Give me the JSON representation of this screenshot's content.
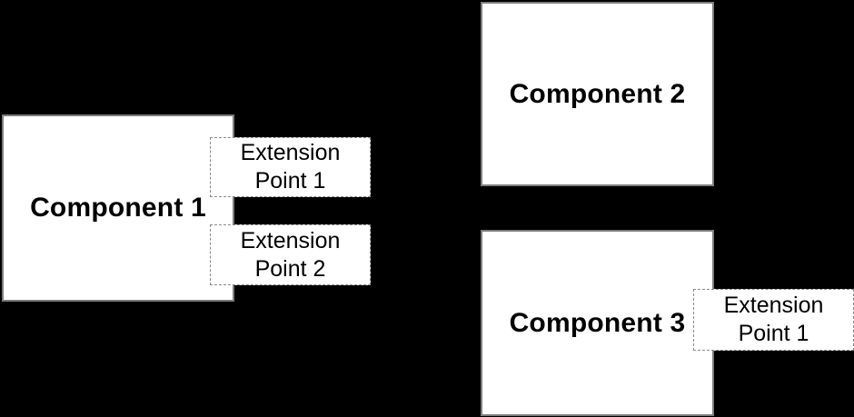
{
  "diagram": {
    "type": "component-architecture-diagram",
    "colors": {
      "background": "#000000",
      "box_fill": "#ffffff",
      "component_border": "#7d7d7d",
      "extension_point_border": "#8a8a8a",
      "text": "#000000"
    },
    "components": [
      {
        "label": "Component 1"
      },
      {
        "label": "Component 2"
      },
      {
        "label": "Component 3"
      }
    ],
    "extension_points": [
      {
        "attached_to": "Component 1",
        "lines": [
          "Extension",
          "Point 1"
        ]
      },
      {
        "attached_to": "Component 1",
        "lines": [
          "Extension",
          "Point 2"
        ]
      },
      {
        "attached_to": "Component 3",
        "lines": [
          "Extension",
          "Point 1"
        ]
      }
    ]
  }
}
